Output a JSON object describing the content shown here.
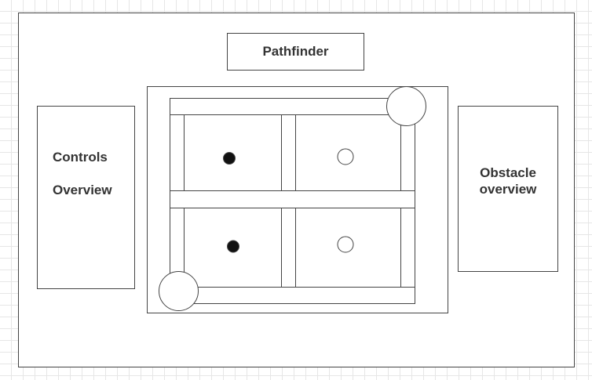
{
  "header": {
    "title": "Pathfinder"
  },
  "controls_panel": {
    "line1": "Controls",
    "line2": "Overview"
  },
  "obstacle_panel": {
    "line1": "Obstacle",
    "line2": "overview"
  },
  "colors": {
    "stroke": "#444444",
    "fill_dark": "#111111",
    "text": "#333333"
  },
  "map": {
    "cells": [
      {
        "row": 0,
        "col": 0,
        "marker": "filled"
      },
      {
        "row": 0,
        "col": 1,
        "marker": "empty"
      },
      {
        "row": 1,
        "col": 0,
        "marker": "filled"
      },
      {
        "row": 1,
        "col": 1,
        "marker": "empty"
      }
    ],
    "corner_nodes": [
      "top-right",
      "bottom-left"
    ]
  }
}
